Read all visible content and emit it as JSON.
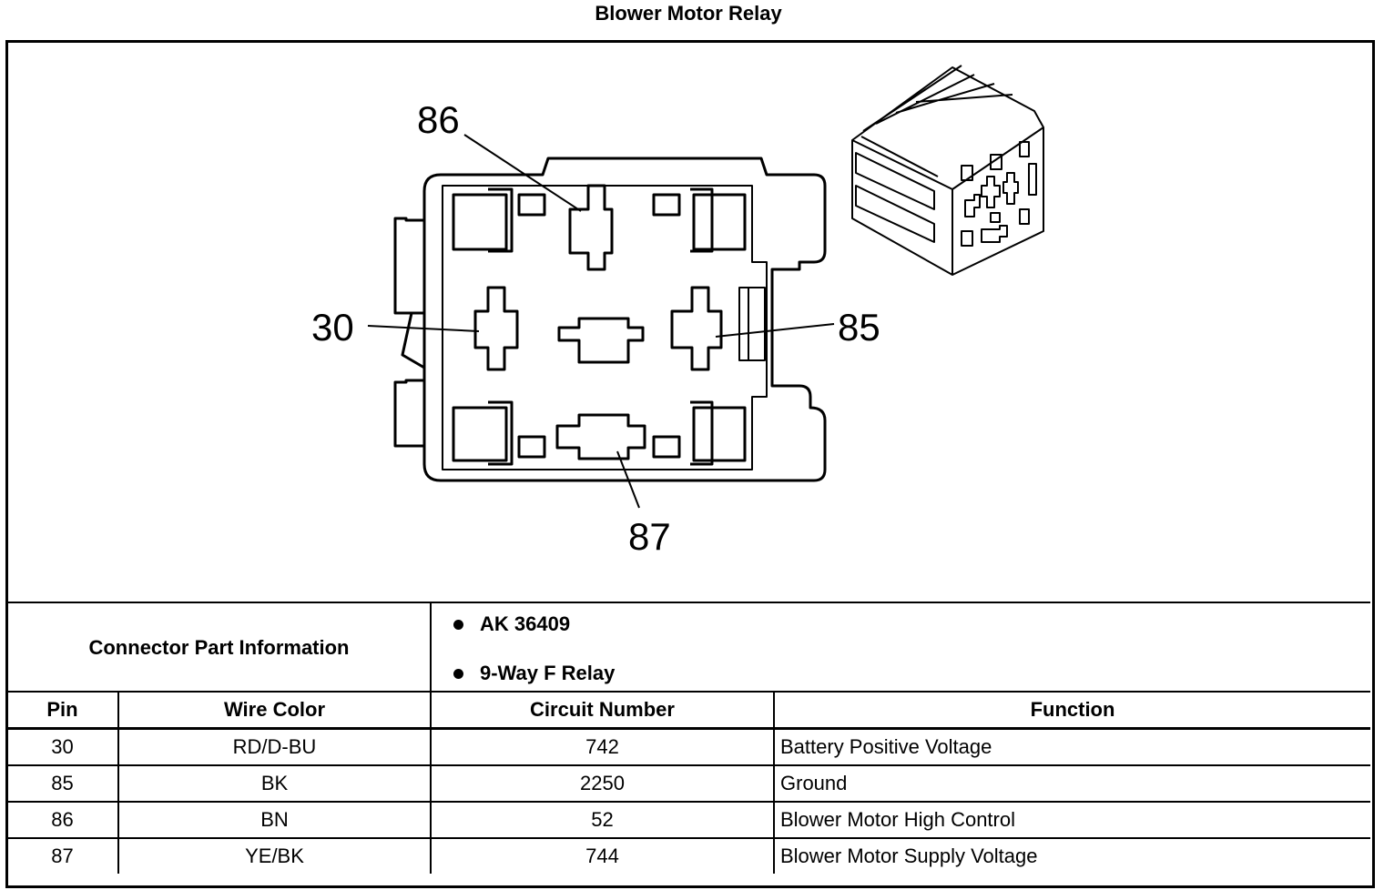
{
  "title": "Blower Motor Relay",
  "pin_labels": {
    "top": "86",
    "left": "30",
    "right": "85",
    "bottom": "87"
  },
  "connector_info": {
    "label": "Connector Part Information",
    "items": [
      "AK 36409",
      "9-Way F Relay"
    ]
  },
  "table": {
    "headers": [
      "Pin",
      "Wire Color",
      "Circuit Number",
      "Function"
    ],
    "rows": [
      {
        "pin": "30",
        "wire_color": "RD/D-BU",
        "circuit": "742",
        "function": "Battery Positive Voltage"
      },
      {
        "pin": "85",
        "wire_color": "BK",
        "circuit": "2250",
        "function": "Ground"
      },
      {
        "pin": "86",
        "wire_color": "BN",
        "circuit": "52",
        "function": "Blower Motor High Control"
      },
      {
        "pin": "87",
        "wire_color": "YE/BK",
        "circuit": "744",
        "function": "Blower Motor Supply Voltage"
      }
    ]
  }
}
